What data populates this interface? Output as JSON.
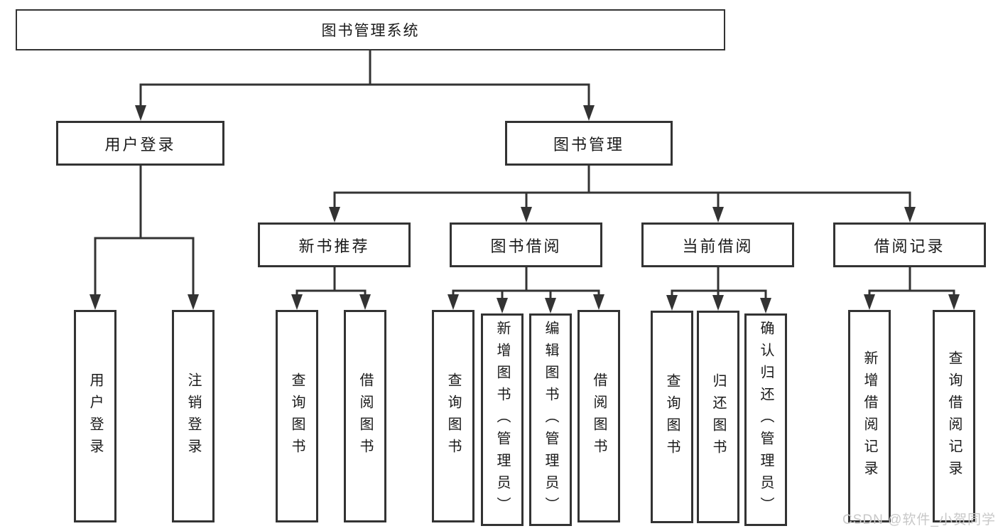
{
  "diagram": {
    "type": "hierarchy-tree",
    "colors": {
      "line": "#333333",
      "box_border": "#333333",
      "box_background": "#ffffff",
      "text": "#1a1a1a",
      "watermark": "#c8c8c8"
    },
    "tree": {
      "label": "图书管理系统",
      "children": [
        {
          "label": "用户登录",
          "children": [
            {
              "label": "用户登录"
            },
            {
              "label": "注销登录"
            }
          ]
        },
        {
          "label": "图书管理",
          "children": [
            {
              "label": "新书推荐",
              "children": [
                {
                  "label": "查询图书"
                },
                {
                  "label": "借阅图书"
                }
              ]
            },
            {
              "label": "图书借阅",
              "children": [
                {
                  "label": "查询图书"
                },
                {
                  "label": "新增图书（管理员）"
                },
                {
                  "label": "编辑图书（管理员）"
                },
                {
                  "label": "借阅图书"
                }
              ]
            },
            {
              "label": "当前借阅",
              "children": [
                {
                  "label": "查询图书"
                },
                {
                  "label": "归还图书"
                },
                {
                  "label": "确认归还（管理员）"
                }
              ]
            },
            {
              "label": "借阅记录",
              "children": [
                {
                  "label": "新增借阅记录"
                },
                {
                  "label": "查询借阅记录"
                }
              ]
            }
          ]
        }
      ]
    }
  },
  "watermark": {
    "text": "CSDN @软件_小贺同学"
  }
}
